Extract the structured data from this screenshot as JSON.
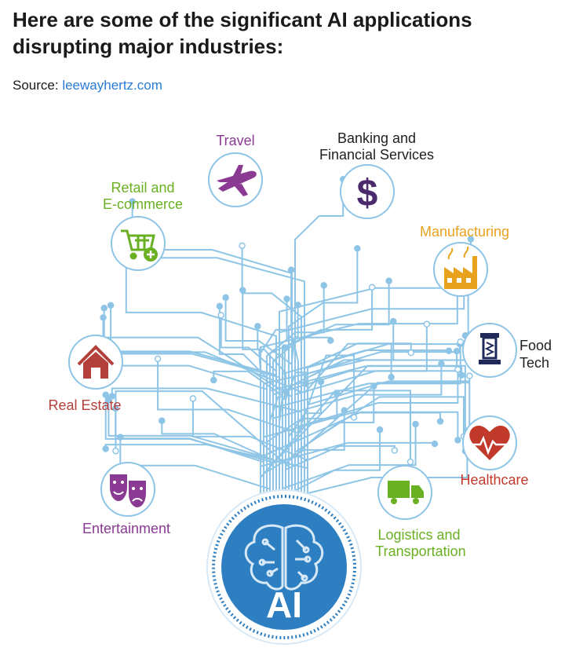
{
  "heading": {
    "line1": "Here are some of the significant AI applications",
    "line2": "disrupting major industries:"
  },
  "source": {
    "label": "Source:",
    "link": "leewayhertz.com"
  },
  "hub": {
    "label": "AI",
    "icon": "brain-icon"
  },
  "industries": {
    "travel": {
      "label": "Travel",
      "icon": "airplane-icon",
      "color": "#8b3a93"
    },
    "banking": {
      "line1": "Banking and",
      "line2": "Financial Services",
      "icon": "dollar-icon",
      "color": "#4b2a6b"
    },
    "retail": {
      "line1": "Retail and",
      "line2": "E-commerce",
      "icon": "shopping-cart-icon",
      "color": "#6ab023"
    },
    "manufacturing": {
      "label": "Manufacturing",
      "icon": "factory-icon",
      "color": "#e8a21e"
    },
    "food": {
      "line1": "Food",
      "line2": "Tech",
      "icon": "food-machine-icon",
      "color": "#1f2a5a"
    },
    "real_estate": {
      "label": "Real Estate",
      "icon": "house-icon",
      "color": "#b3403a"
    },
    "healthcare": {
      "label": "Healthcare",
      "icon": "heartbeat-icon",
      "color": "#c0392b"
    },
    "entertainment": {
      "label": "Entertainment",
      "icon": "theater-masks-icon",
      "color": "#8b3a93"
    },
    "logistics": {
      "line1": "Logistics and",
      "line2": "Transportation",
      "icon": "truck-icon",
      "color": "#6ab023"
    }
  },
  "colors": {
    "circuit": "#8ec5e6",
    "hub": "#2e7fc1",
    "hub_ring": "#d7e9f7"
  }
}
